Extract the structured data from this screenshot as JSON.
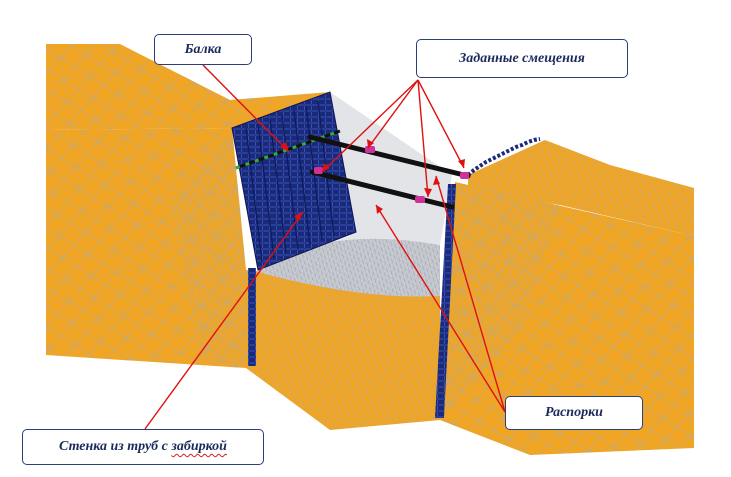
{
  "callouts": {
    "balka": "Балка",
    "displacements": "Заданные смещения",
    "struts": "Распорки",
    "wall_prefix": "Стенка из труб с ",
    "wall_squiggle": "забиркой"
  },
  "colors": {
    "soil": "#f2a521",
    "mesh": "#b9a98a",
    "wall": "#1a2a78",
    "leader": "#e01010",
    "strut": "#111111",
    "beam_marker": "#2fae3a",
    "displacement_marker": "#d0309a",
    "label_text": "#1b2a5c"
  }
}
